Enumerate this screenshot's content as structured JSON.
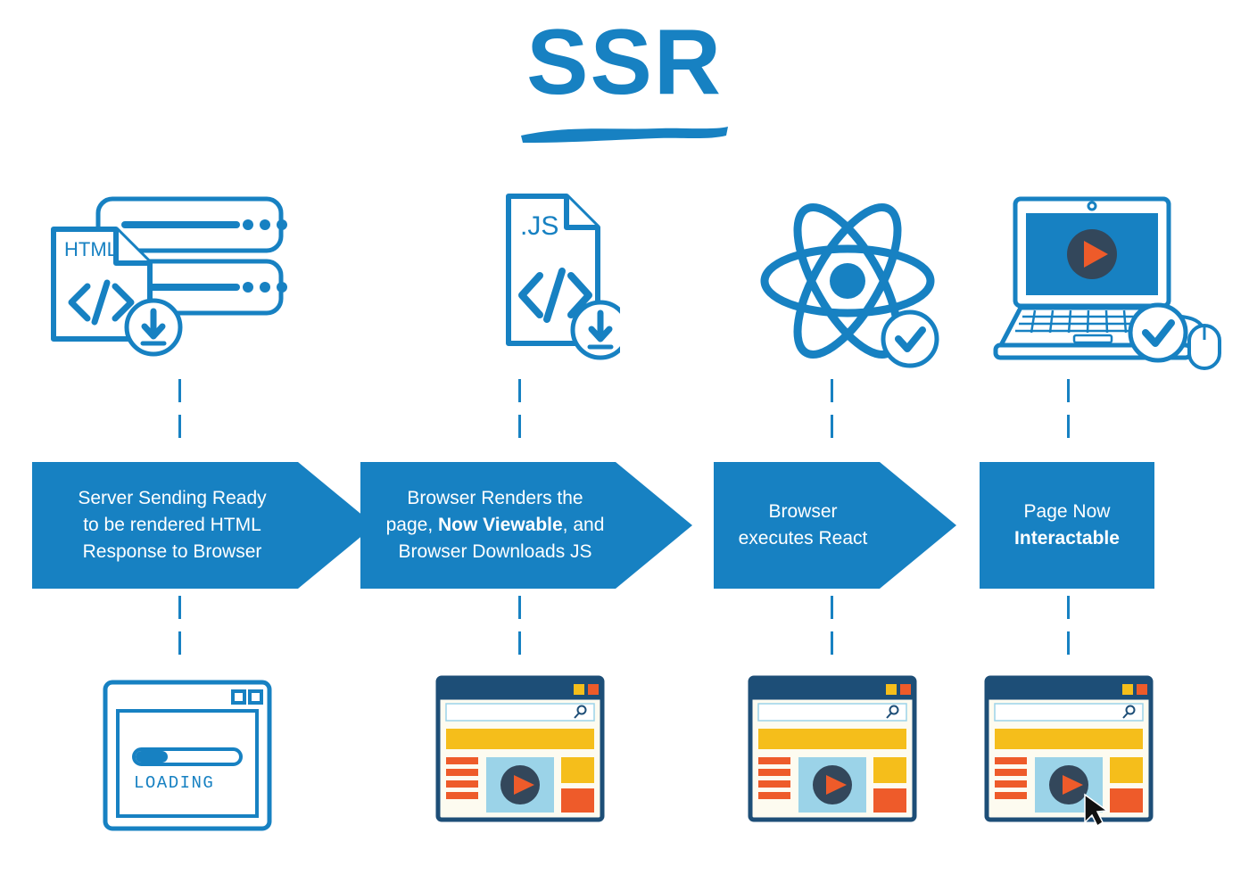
{
  "title": {
    "text": "SSR",
    "accent_color": "#1781C2"
  },
  "colors": {
    "brand_blue": "#1781C2",
    "banner_blue": "#1781C2",
    "navy": "#1D4E77",
    "yellow": "#F5BE1B",
    "orange": "#EE5B2A",
    "cream": "#FDFBF0",
    "light_blue": "#9BD3E8",
    "dark_slate": "#33475B"
  },
  "steps": [
    {
      "id": "step-1",
      "icon_name": "server-html-download-icon",
      "icon_labels": {
        "doc": "HTML",
        "code": "</>"
      },
      "banner": {
        "shape": "arrow",
        "lines": [
          {
            "segments": [
              {
                "text": "Server Sending Ready",
                "bold": false
              }
            ]
          },
          {
            "segments": [
              {
                "text": "to be rendered HTML",
                "bold": false
              }
            ]
          },
          {
            "segments": [
              {
                "text": "Response to Browser",
                "bold": false
              }
            ]
          }
        ]
      },
      "mockup": {
        "name": "browser-loading-sketch",
        "label": "LOADING",
        "progress_percent": 30
      }
    },
    {
      "id": "step-2",
      "icon_name": "js-file-download-icon",
      "icon_labels": {
        "doc": ".JS",
        "code": "</>"
      },
      "banner": {
        "shape": "arrow",
        "lines": [
          {
            "segments": [
              {
                "text": "Browser Renders the",
                "bold": false
              }
            ]
          },
          {
            "segments": [
              {
                "text": "page, ",
                "bold": false
              },
              {
                "text": "Now Viewable",
                "bold": true
              },
              {
                "text": ", and",
                "bold": false
              }
            ]
          },
          {
            "segments": [
              {
                "text": "Browser Downloads JS",
                "bold": false
              }
            ]
          }
        ]
      },
      "mockup": {
        "name": "browser-rendered-page",
        "cursor": false
      }
    },
    {
      "id": "step-3",
      "icon_name": "react-atom-check-icon",
      "icon_labels": {},
      "banner": {
        "shape": "arrow",
        "lines": [
          {
            "segments": [
              {
                "text": "Browser",
                "bold": false
              }
            ]
          },
          {
            "segments": [
              {
                "text": "executes React",
                "bold": false
              }
            ]
          }
        ]
      },
      "mockup": {
        "name": "browser-rendered-page",
        "cursor": false
      }
    },
    {
      "id": "step-4",
      "icon_name": "laptop-mouse-check-icon",
      "icon_labels": {},
      "banner": {
        "shape": "rectangle",
        "lines": [
          {
            "segments": [
              {
                "text": "Page Now",
                "bold": false
              }
            ]
          },
          {
            "segments": [
              {
                "text": "Interactable",
                "bold": true
              }
            ]
          }
        ]
      },
      "mockup": {
        "name": "browser-interactive-page",
        "cursor": true
      }
    }
  ]
}
